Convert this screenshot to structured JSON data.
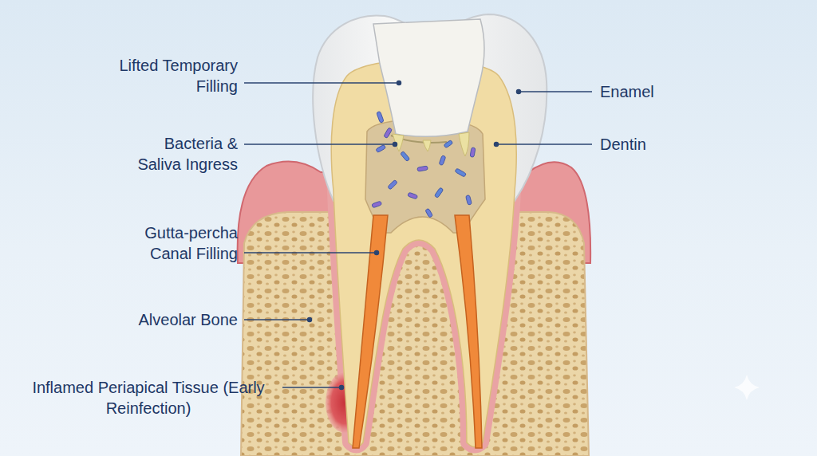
{
  "diagram": {
    "labels": [
      "Lifted Temporary Filling",
      "Bacteria & Saliva Ingress",
      "Gutta-percha Canal Filling",
      "Alveolar Bone",
      "Inflamed Periapical Tissue (Early Reinfection)",
      "Enamel",
      "Dentin"
    ]
  }
}
